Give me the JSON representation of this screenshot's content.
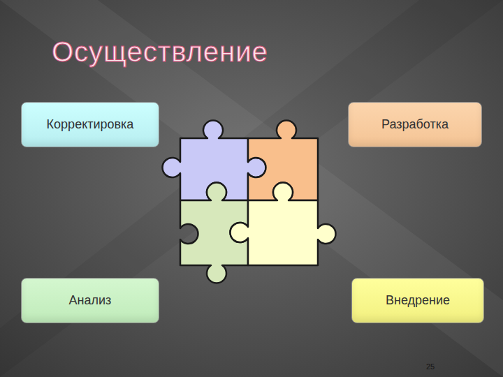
{
  "diagram": {
    "title": "Осуществление",
    "nodes": [
      {
        "text": [
          "Корректировка"
        ]
      },
      {
        "text": [
          "Разработка"
        ]
      },
      {
        "text": [
          "Анализ"
        ]
      },
      {
        "text": [
          "Внедрение"
        ]
      }
    ],
    "labels": [
      "25"
    ]
  }
}
